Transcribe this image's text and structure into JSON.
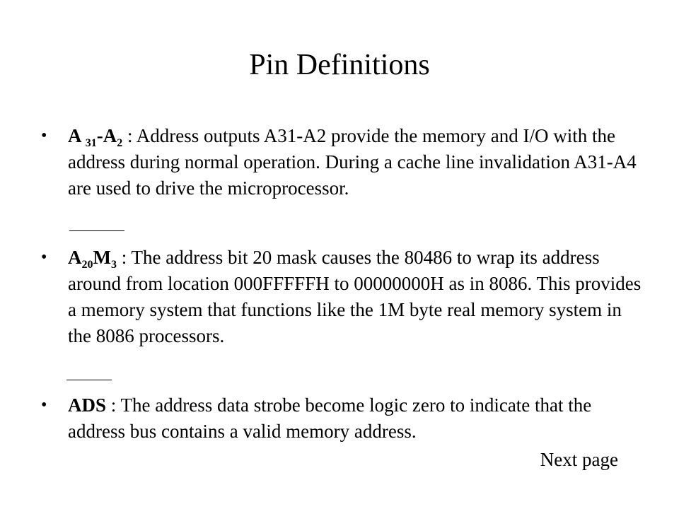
{
  "slide": {
    "title": "Pin Definitions",
    "bullets": [
      {
        "term_main": "A",
        "term_sub1": "31",
        "term_sep": "-A",
        "term_sub2": "2",
        "text": " : Address outputs A31-A2 provide the memory and I/O with the address during normal operation. During a cache line invalidation A31-A4 are used to drive the microprocessor."
      },
      {
        "term_main": "A",
        "term_sub1": "20",
        "term_sep": "M",
        "term_sub2": "3",
        "text": " : The address bit 20 mask causes the 80486 to wrap its address around from location 000FFFFFH to 00000000H as in 8086. This provides a memory system that functions like the 1M byte real memory system in the 8086 processors."
      },
      {
        "term_main": "ADS",
        "text": " : The address data strobe become logic zero to indicate that the address bus contains a valid memory address."
      }
    ],
    "bullet_symbol": "•",
    "next_page": "Next page"
  }
}
